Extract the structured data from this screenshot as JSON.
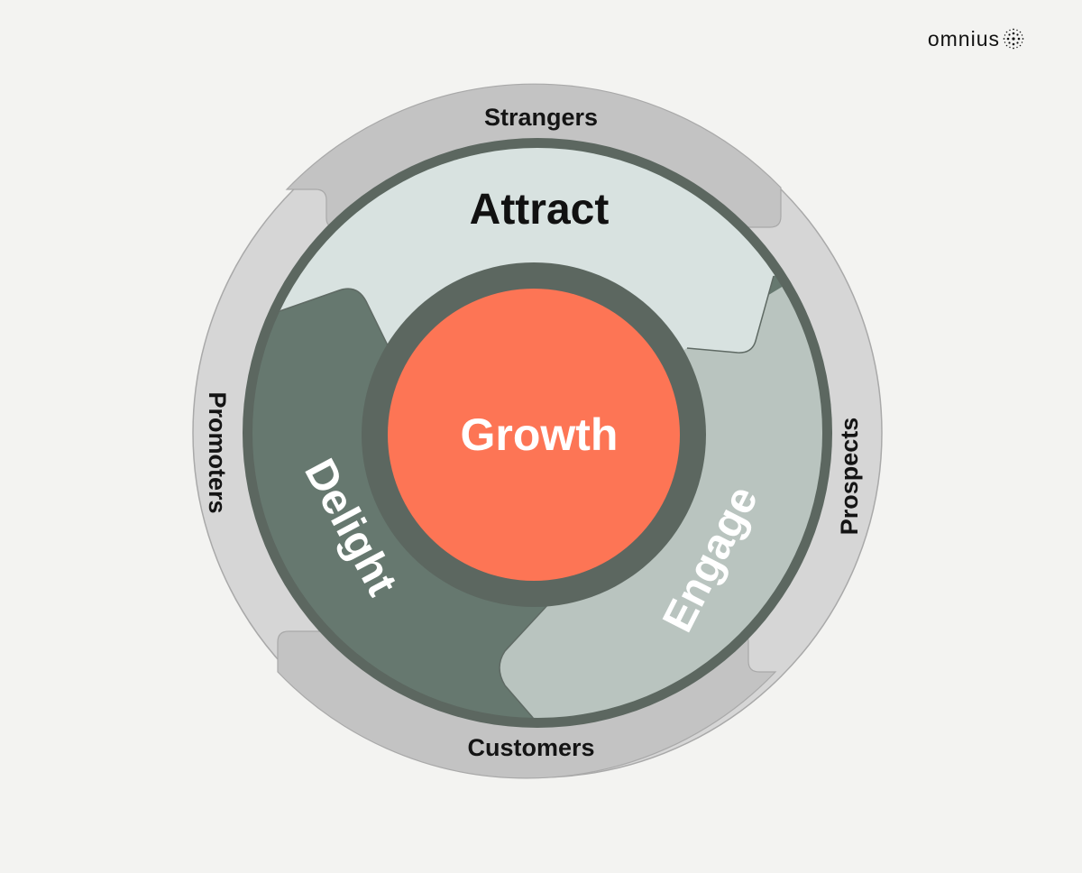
{
  "brand": {
    "name": "omnius",
    "logo_icon": "dotted-sphere-icon"
  },
  "center": {
    "label": "Growth"
  },
  "stages": [
    {
      "label": "Attract"
    },
    {
      "label": "Engage"
    },
    {
      "label": "Delight"
    }
  ],
  "outer": {
    "top": "Strangers",
    "right": "Prospects",
    "bottom": "Customers",
    "left": "Promoters"
  },
  "colors": {
    "background": "#f3f3f1",
    "outer_ring": "#d6d6d6",
    "outer_ring_dark": "#c3c3c3",
    "ring_border": "#5c6760",
    "attract": "#d8e2e0",
    "engage": "#b9c4bf",
    "delight": "#66786f",
    "hub_ring": "#5c6760",
    "growth": "#fd7555"
  }
}
